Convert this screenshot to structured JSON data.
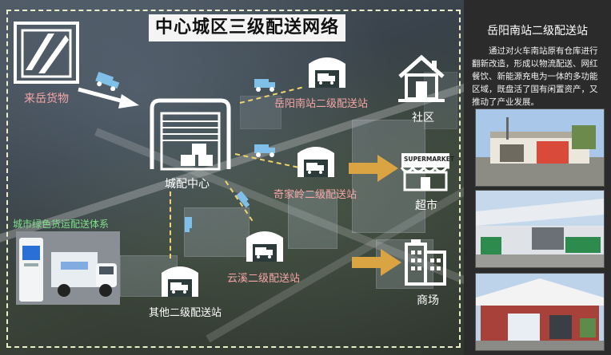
{
  "title": "中心城区三级配送网络",
  "nodes": {
    "source": "来岳货物",
    "center": "城配中心",
    "yueyang_south": "岳阳南站二级配送站",
    "qijialing": "奇家岭二级配送站",
    "yunxi": "云溪二级配送站",
    "other": "其他二级配送站",
    "community": "社区",
    "supermarket": "超市",
    "mall": "商场",
    "green_system": "城市绿色货运配送体系"
  },
  "supermarket_sign": "SUPERMARKET",
  "sidebar": {
    "title": "岳阳南站二级配送站",
    "description": "通过对火车南站原有仓库进行翻新改造，形成以物流配送、网红餐饮、新能源充电为一体的多功能区域，既盘活了国有闲置资产，又推动了产业发展。"
  },
  "colors": {
    "pink_label": "#f6a6a6",
    "green_label": "#7fe08b",
    "arrow_gold": "#d9a441",
    "dash_yellow": "#f3d36b"
  }
}
